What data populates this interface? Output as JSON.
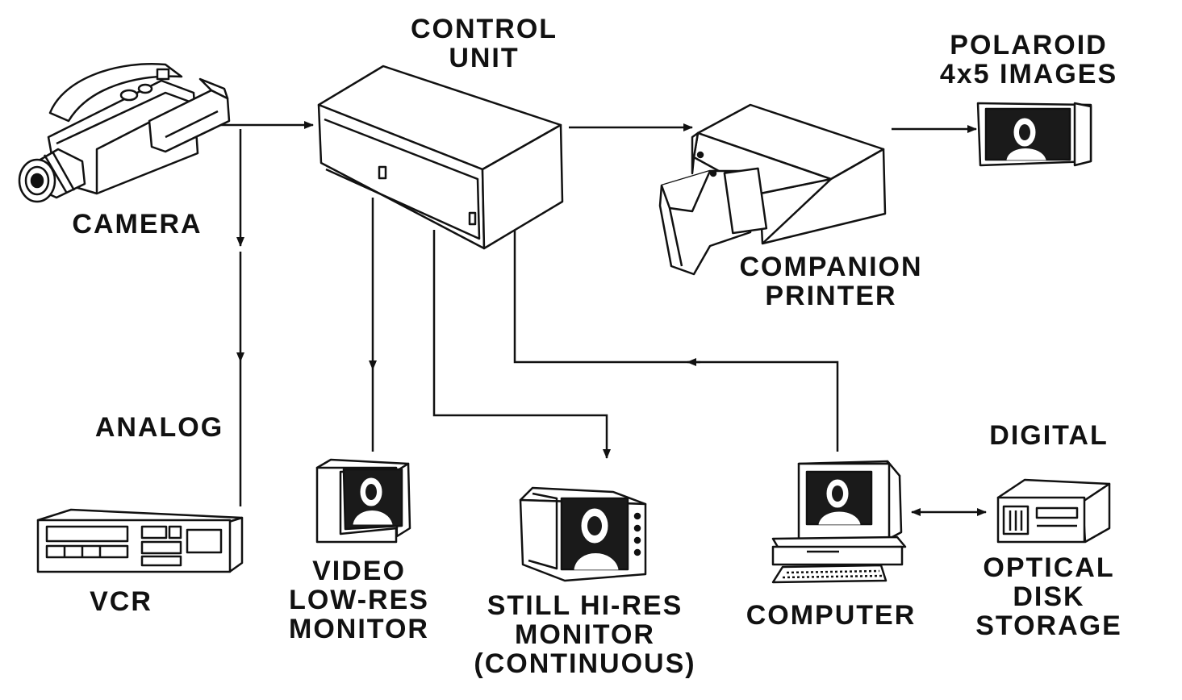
{
  "labels": {
    "control_unit": [
      "CONTROL",
      "UNIT"
    ],
    "camera": "CAMERA",
    "polaroid": [
      "POLAROID",
      "4x5  IMAGES"
    ],
    "printer": [
      "COMPANION",
      "PRINTER"
    ],
    "analog": "ANALOG",
    "digital": "DIGITAL",
    "vcr": "VCR",
    "low_res": [
      "VIDEO",
      "LOW-RES",
      "MONITOR"
    ],
    "hi_res": [
      "STILL  HI-RES",
      "MONITOR",
      "(CONTINUOUS)"
    ],
    "computer": "COMPUTER",
    "optical": [
      "OPTICAL",
      "DISK",
      "STORAGE"
    ]
  },
  "colors": {
    "ink": "#111111",
    "paper": "#ffffff",
    "screen_bg": "#1a1a1a"
  },
  "icons": [
    "camera-icon",
    "control-unit-icon",
    "printer-icon",
    "polaroid-image-icon",
    "vcr-icon",
    "low-res-monitor-icon",
    "hi-res-monitor-icon",
    "computer-icon",
    "optical-disk-icon"
  ]
}
